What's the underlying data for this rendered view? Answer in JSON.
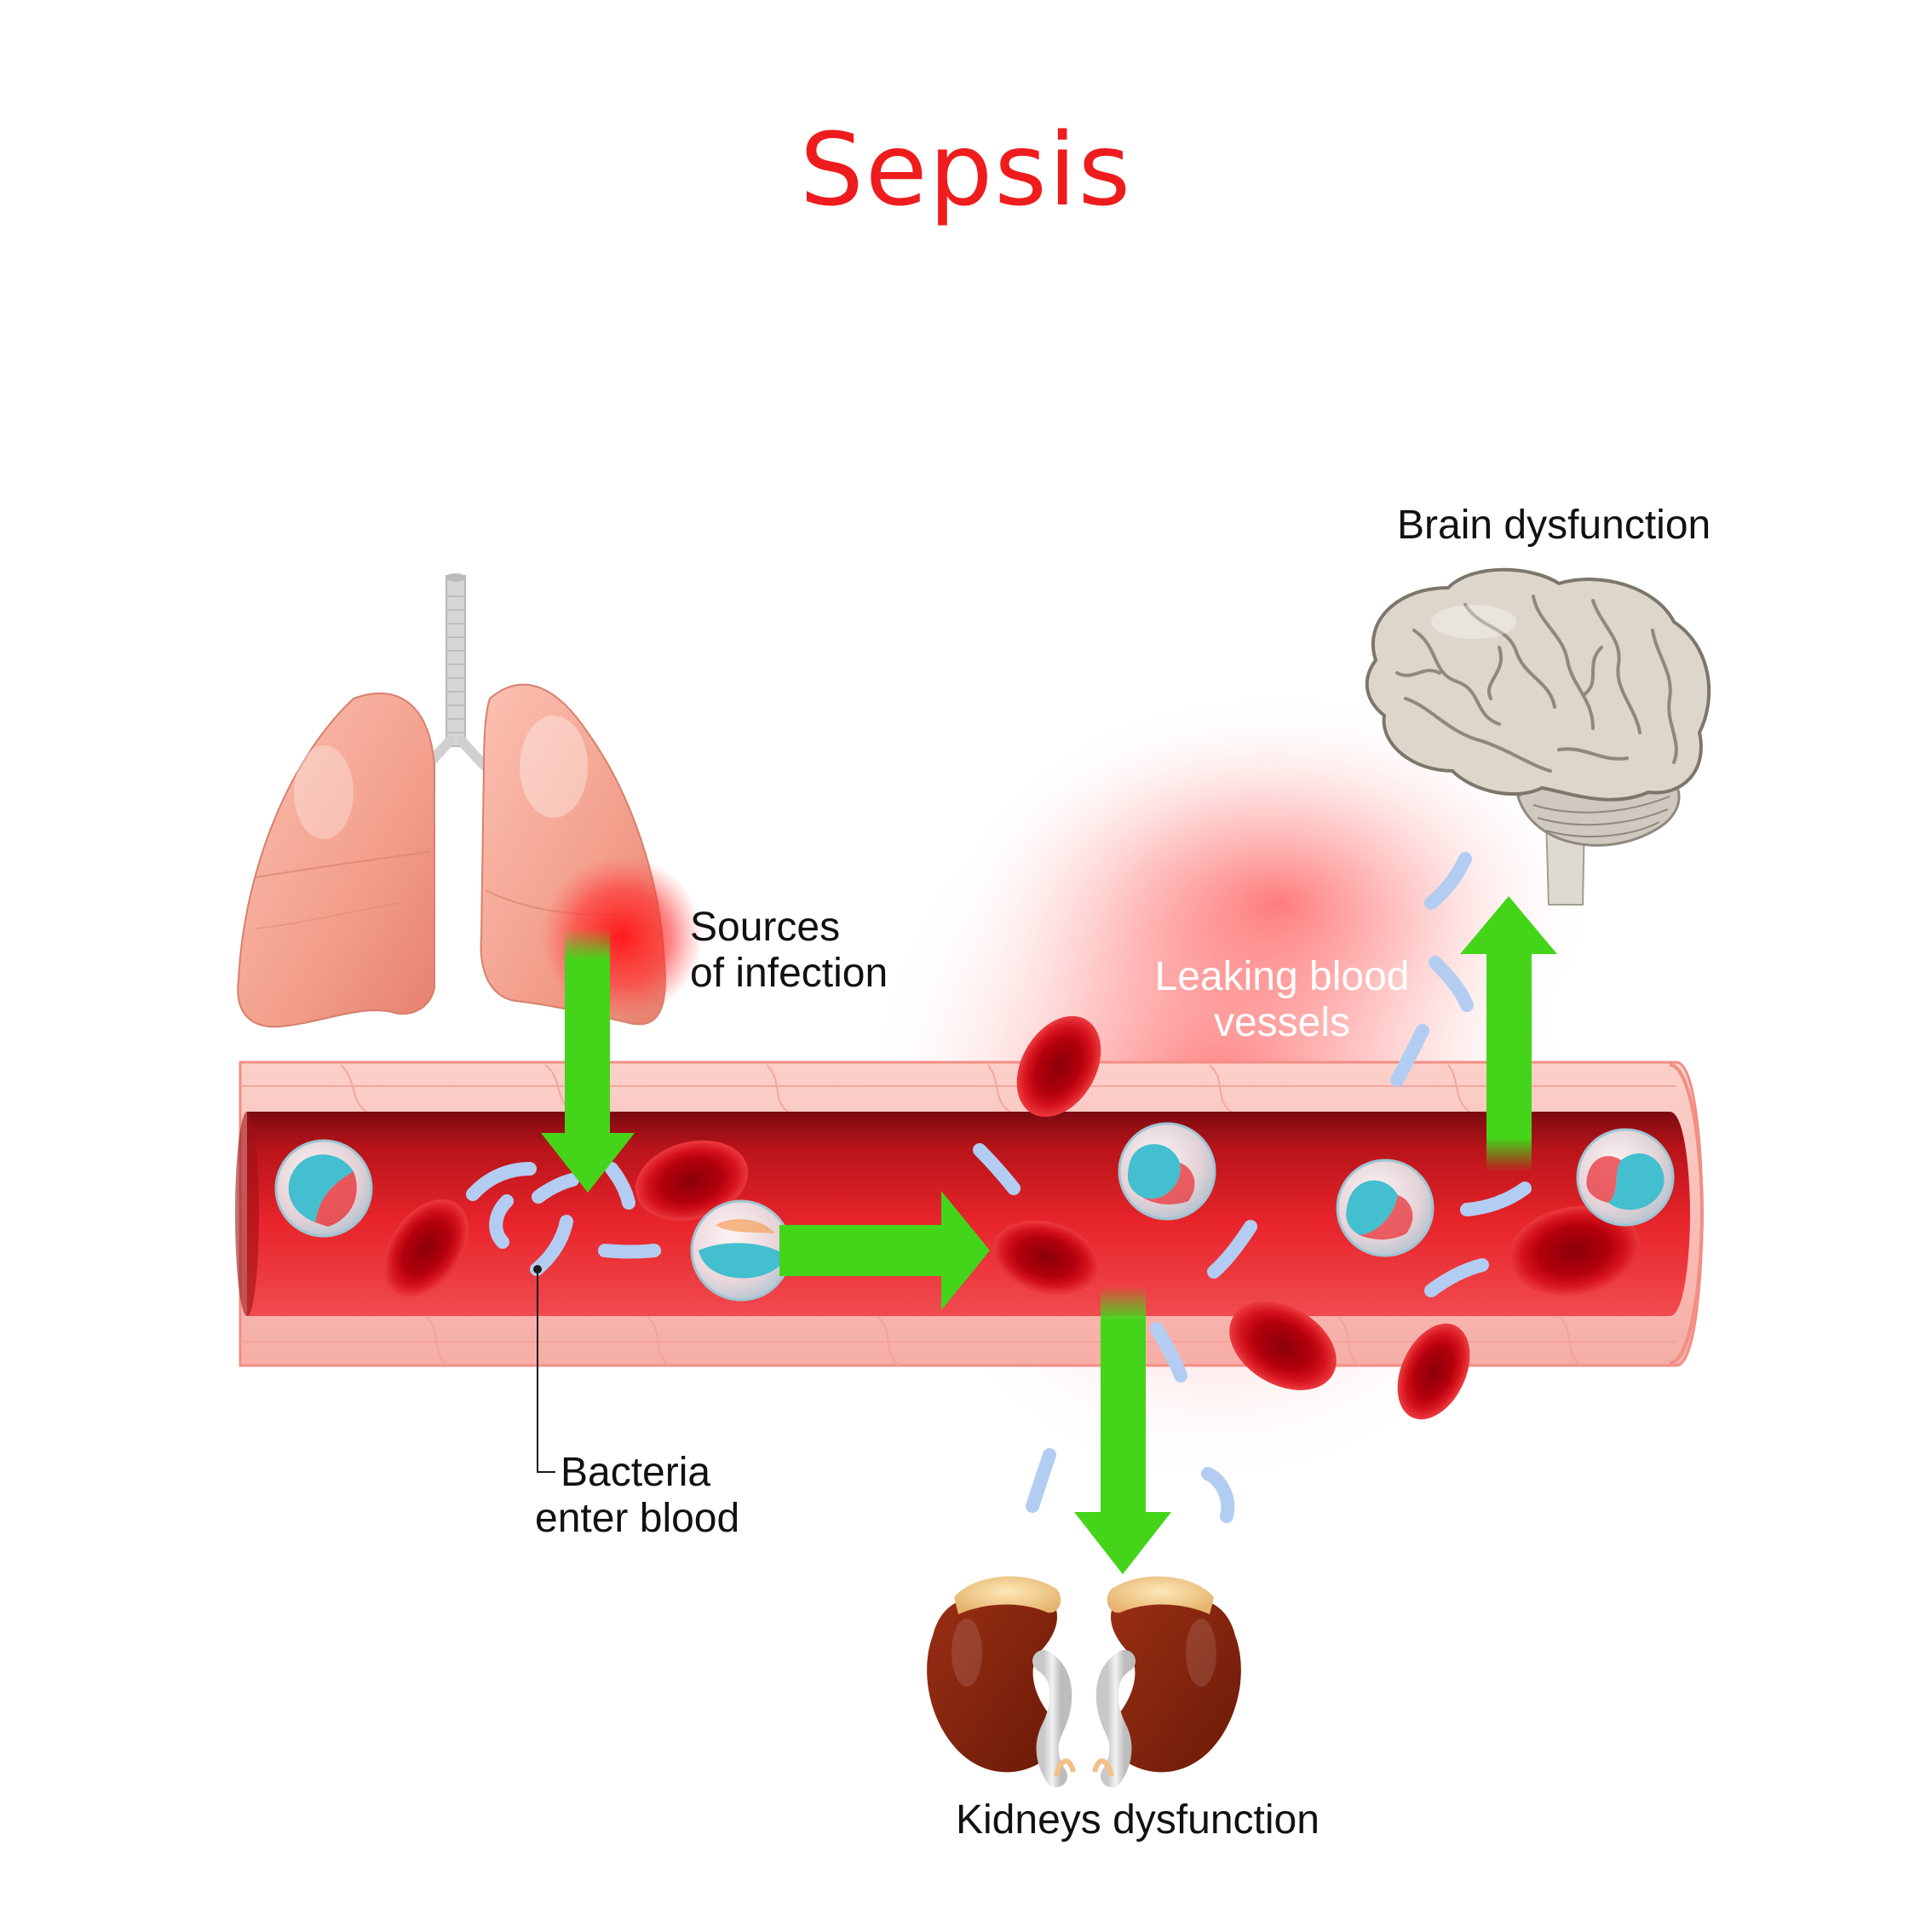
{
  "title": "Sepsis",
  "labels": {
    "sources_of_infection": [
      "Sources",
      "of infection"
    ],
    "bacteria_enter_blood": [
      "Bacteria",
      "enter blood"
    ],
    "leaking_blood_vessels": [
      "Leaking blood",
      "vessels"
    ],
    "brain_dysfunction": "Brain dysfunction",
    "kidneys_dysfunction": "Kidneys dysfunction"
  },
  "colors": {
    "title": "#ee1c1c",
    "arrow": "#44d41a",
    "vessel_wall": "#f7b6ae",
    "blood": "#e8252b",
    "red_blood_cell": "#c8101a",
    "bacteria": "#a9c8f0",
    "white_blood_cell": "#43bfcf",
    "lungs": "#f4a08e",
    "brain": "#dcd5c8",
    "kidneys": "#7a1e0c"
  },
  "icons": {
    "lungs": "lungs-icon",
    "brain": "brain-icon",
    "kidneys": "kidneys-icon",
    "blood_vessel": "blood-vessel-icon",
    "red_blood_cell": "red-blood-cell-icon",
    "white_blood_cell": "white-blood-cell-icon",
    "bacterium": "bacterium-icon",
    "arrow": "arrow-icon"
  }
}
